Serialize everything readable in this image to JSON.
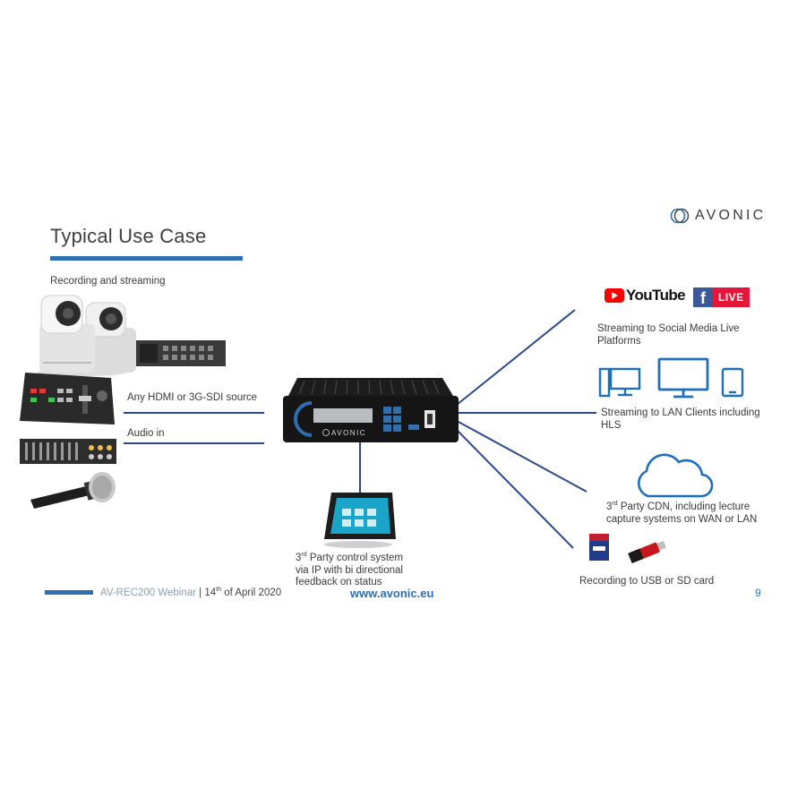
{
  "slide": {
    "title": "Typical Use Case",
    "logo": "AVONIC",
    "footer": {
      "product": "AV-REC200 Webinar",
      "separator": " | ",
      "date_day": "14",
      "date_sup": "th",
      "date_rest": " of April 2020",
      "url": "www.avonic.eu",
      "page": "9"
    }
  },
  "left": {
    "section_label": "Recording and streaming",
    "hdmi_label": "Any HDMI or 3G-SDI source",
    "audio_label": "Audio in"
  },
  "device": {
    "brand": "AVONIC"
  },
  "bottom": {
    "control_line1_num": "3",
    "control_line1_sup": "rd",
    "control_line1_rest": " Party control system",
    "control_line2": "via IP with bi directional",
    "control_line3": "feedback on status"
  },
  "right": {
    "youtube": "YouTube",
    "fb_letter": "f",
    "live": "LIVE",
    "social_line1": "Streaming to Social Media Live",
    "social_line2": "Platforms",
    "lan_line1": "Streaming to LAN Clients including",
    "lan_line2": "HLS",
    "cdn_num": "3",
    "cdn_sup": "rd",
    "cdn_rest": " Party CDN, including lecture",
    "cdn_line2": "capture systems on WAN or LAN",
    "usb_label": "Recording to USB or SD card"
  },
  "colors": {
    "accent": "#2e6fb1",
    "connector": "#2b4a8c",
    "youtube_red": "#ff0000",
    "facebook_blue": "#3b5998",
    "live_red": "#e4163a",
    "device_icon_blue": "#1f6fbf"
  }
}
